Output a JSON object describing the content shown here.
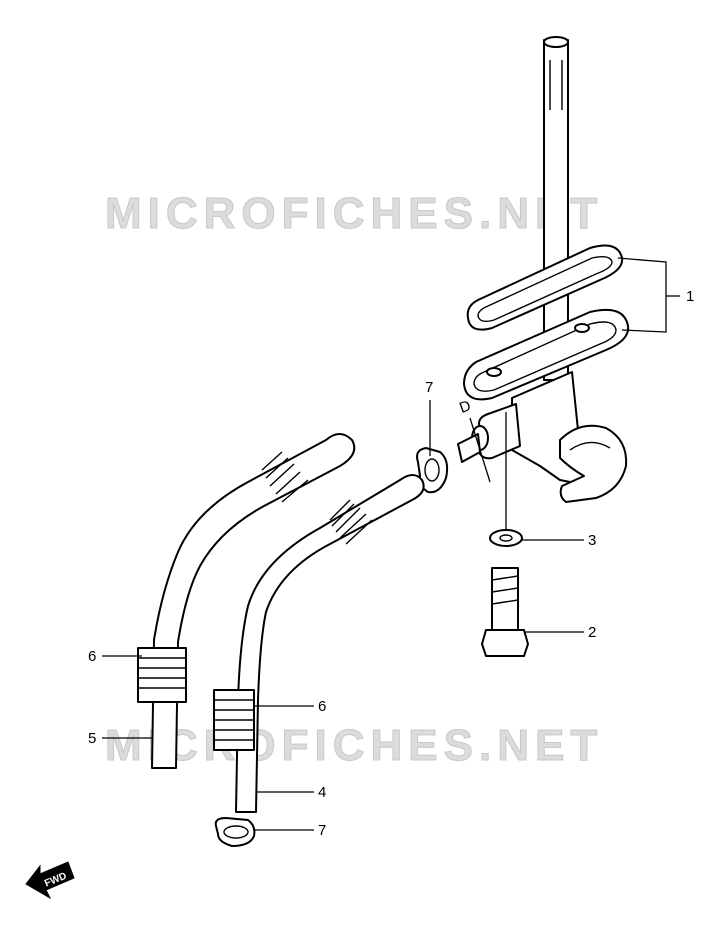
{
  "watermark": {
    "text": "MICROFICHES.NET"
  },
  "callouts": {
    "c1": "1",
    "c2": "2",
    "c3": "3",
    "c4": "4",
    "c5": "5",
    "c6a": "6",
    "c6b": "6",
    "c7a": "7",
    "c7b": "7",
    "d_mark": "D"
  },
  "fwd_arrow": {
    "label": "FWD"
  }
}
